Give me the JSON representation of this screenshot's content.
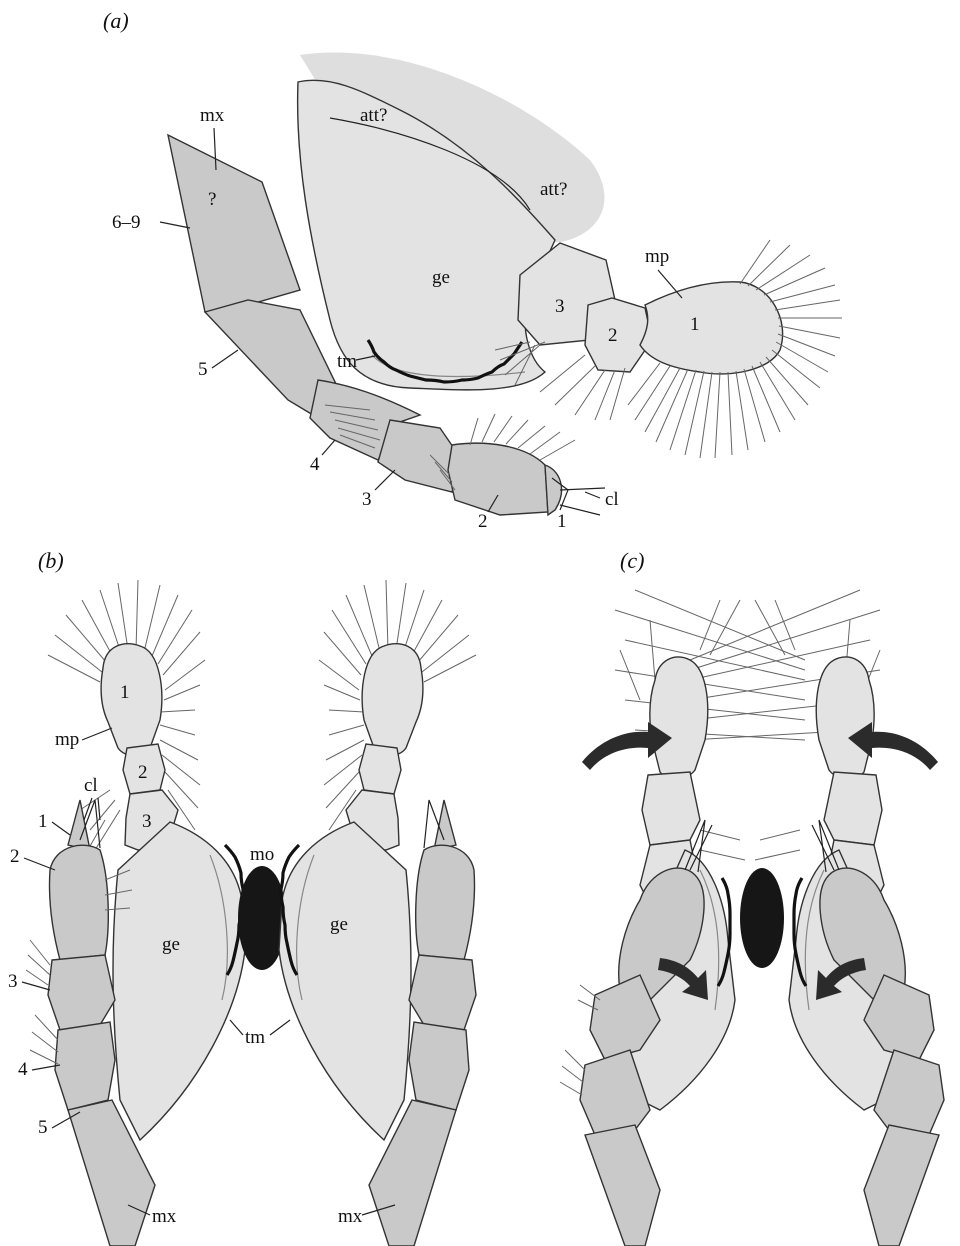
{
  "panels": {
    "a": {
      "panel_label": "(a)",
      "labels": {
        "mx": "mx",
        "q": "?",
        "range": "6–9",
        "att1": "att?",
        "att2": "att?",
        "ge": "ge",
        "mp": "mp",
        "mp3": "3",
        "mp2": "2",
        "mp1": "1",
        "tm": "tm",
        "s5": "5",
        "s4": "4",
        "s3": "3",
        "s2": "2",
        "s1": "1",
        "cl": "cl"
      }
    },
    "b": {
      "panel_label": "(b)",
      "labels": {
        "mp1": "1",
        "mp": "mp",
        "mp2": "2",
        "cl": "cl",
        "s1": "1",
        "mp3": "3",
        "s2": "2",
        "mo": "mo",
        "ge_left": "ge",
        "ge_right": "ge",
        "s3": "3",
        "tm": "tm",
        "s4": "4",
        "s5": "5",
        "mx_left": "mx",
        "mx_right": "mx"
      }
    },
    "c": {
      "panel_label": "(c)"
    }
  },
  "colors": {
    "limb_dark": "#c9c9c9",
    "limb_light": "#e3e3e3",
    "shadow": "#dedede",
    "mouth": "#161616",
    "arrow": "#2b2b2b"
  }
}
